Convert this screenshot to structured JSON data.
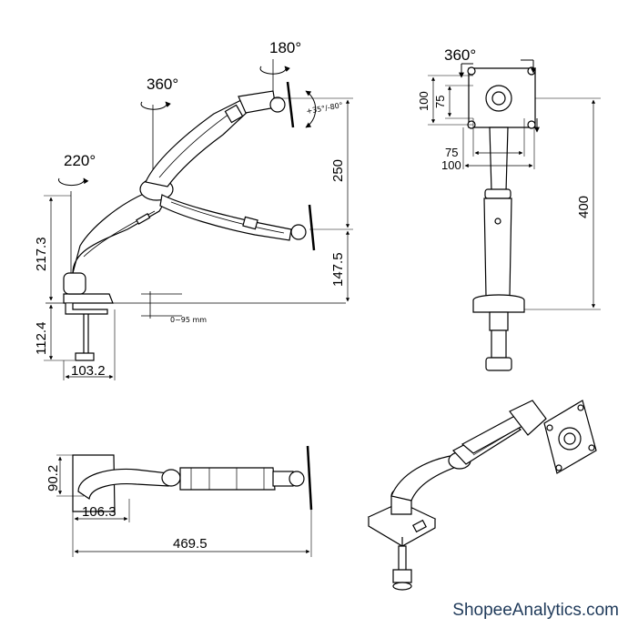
{
  "side_view": {
    "rotations": {
      "base": "220°",
      "middle": "360°",
      "head": "180°",
      "tilt": "+35°/-80°"
    },
    "dims": {
      "base_height": "217.3",
      "upper_arm": "250",
      "head_height": "147.5",
      "clamp_height": "112.4",
      "base_width": "103.2",
      "desk": "0~95 mm"
    }
  },
  "front_view": {
    "rotation": "360°",
    "dims": {
      "vesa_outer_h": "100",
      "vesa_inner_h": "75",
      "vesa_inner_w": "75",
      "vesa_outer_w": "100",
      "total_height": "400"
    }
  },
  "top_view": {
    "dims": {
      "depth": "90.2",
      "base_depth": "106.3",
      "reach": "469.5"
    }
  },
  "watermark": "ShopeeAnalytics.com"
}
